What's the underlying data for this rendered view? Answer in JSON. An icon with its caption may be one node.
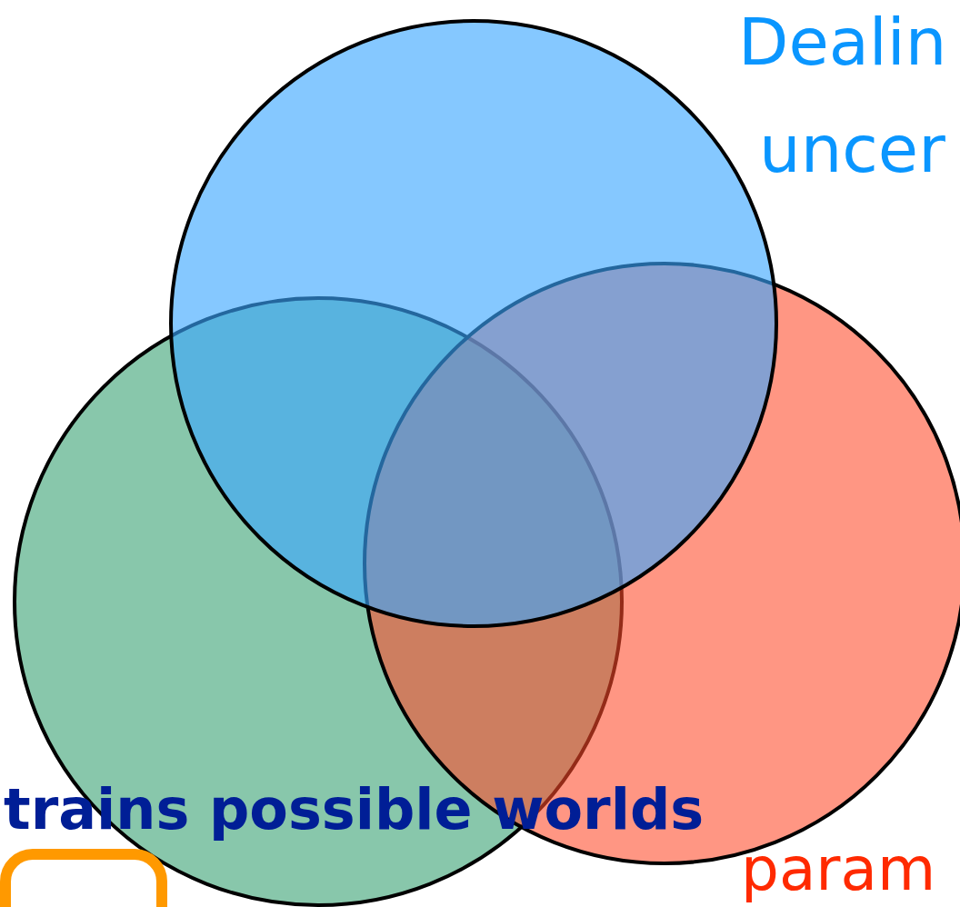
{
  "diagram": {
    "labels": [
      "Dealin",
      "uncer",
      "trains possible worlds",
      "param"
    ]
  }
}
